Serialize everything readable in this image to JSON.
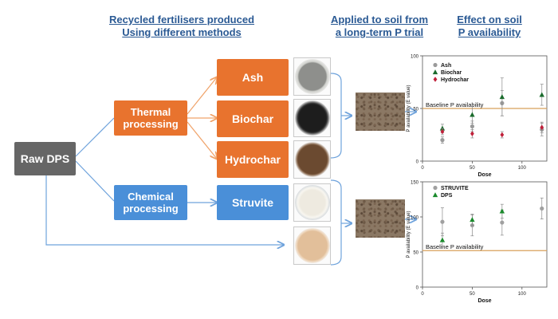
{
  "headers": {
    "methods_line1": "Recycled fertilisers produced",
    "methods_line2": "Using different methods",
    "soil_line1": "Applied to soil from",
    "soil_line2": "a long-term P trial",
    "effect_line1": "Effect on soil",
    "effect_line2": "P availability"
  },
  "nodes": {
    "raw": "Raw DPS",
    "thermal_line1": "Thermal",
    "thermal_line2": "processing",
    "chemical_line1": "Chemical",
    "chemical_line2": "processing",
    "ash": "Ash",
    "biochar": "Biochar",
    "hydrochar": "Hydrochar",
    "struvite": "Struvite"
  },
  "colors": {
    "thermal": "#e8732e",
    "chemical": "#4a8fd8",
    "raw": "#666666",
    "header": "#2b5a94",
    "arrow_orange": "#f0a36a",
    "arrow_blue": "#6fa3dc",
    "baseline": "#d8a05a"
  },
  "chart_data": [
    {
      "type": "scatter",
      "xlabel": "Dose",
      "ylabel": "P availability (E value)",
      "xlim": [
        0,
        125
      ],
      "ylim": [
        0,
        100
      ],
      "xticks": [
        0,
        50,
        100
      ],
      "yticks": [
        0,
        50,
        100
      ],
      "baseline": {
        "label": "Baseline P availability",
        "y": 50
      },
      "legend_position": "top-left",
      "series": [
        {
          "name": "Ash",
          "color": "#9a9a9a",
          "marker": "circle",
          "points": [
            {
              "x": 20,
              "y": 20,
              "err": 3
            },
            {
              "x": 50,
              "y": 33,
              "err": 5
            },
            {
              "x": 80,
              "y": 55,
              "err": 12
            },
            {
              "x": 120,
              "y": 30,
              "err": 6
            }
          ]
        },
        {
          "name": "Biochar",
          "color": "#1a6b2c",
          "marker": "triangle",
          "points": [
            {
              "x": 20,
              "y": 31,
              "err": 4
            },
            {
              "x": 50,
              "y": 44,
              "err": 8
            },
            {
              "x": 80,
              "y": 61,
              "err": 18
            },
            {
              "x": 120,
              "y": 63,
              "err": 10
            }
          ]
        },
        {
          "name": "Hydrochar",
          "color": "#c0203a",
          "marker": "diamond",
          "points": [
            {
              "x": 20,
              "y": 28,
              "err": 3
            },
            {
              "x": 50,
              "y": 26,
              "err": 4
            },
            {
              "x": 80,
              "y": 25,
              "err": 3
            },
            {
              "x": 120,
              "y": 32,
              "err": 5
            }
          ]
        }
      ]
    },
    {
      "type": "scatter",
      "xlabel": "Dose",
      "ylabel": "P availability (E value)",
      "xlim": [
        0,
        125
      ],
      "ylim": [
        0,
        150
      ],
      "xticks": [
        0,
        50,
        100
      ],
      "yticks": [
        0,
        50,
        100,
        150
      ],
      "baseline": {
        "label": "Baseline P availability",
        "y": 52
      },
      "legend_position": "top-left",
      "series": [
        {
          "name": "STRUVITE",
          "color": "#a0a0a0",
          "marker": "circle",
          "points": [
            {
              "x": 20,
              "y": 93,
              "err": 20
            },
            {
              "x": 50,
              "y": 88,
              "err": 15
            },
            {
              "x": 80,
              "y": 92,
              "err": 18
            },
            {
              "x": 120,
              "y": 112,
              "err": 15
            }
          ]
        },
        {
          "name": "DPS",
          "color": "#1a8a2c",
          "marker": "triangle",
          "points": [
            {
              "x": 20,
              "y": 67,
              "err": 10
            },
            {
              "x": 50,
              "y": 96,
              "err": 8
            },
            {
              "x": 80,
              "y": 108,
              "err": 10
            }
          ]
        }
      ]
    }
  ]
}
